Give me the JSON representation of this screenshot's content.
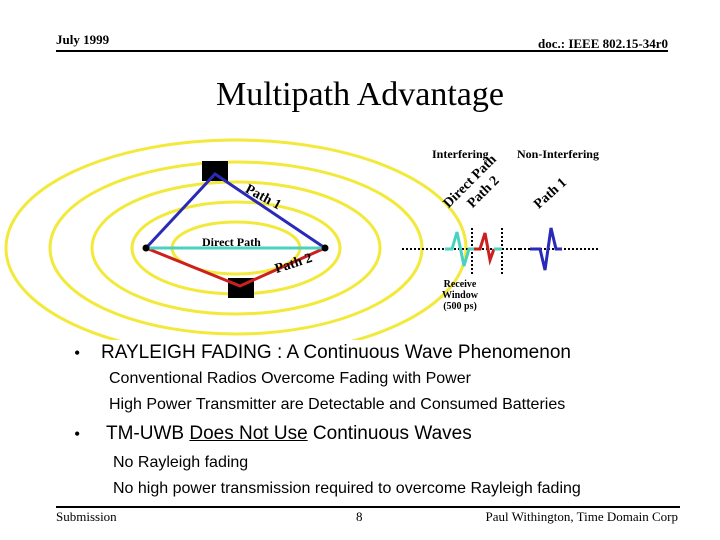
{
  "header": {
    "date": "July 1999",
    "doc_id": "doc.: IEEE 802.15-34r0"
  },
  "slide": {
    "title": "Multipath Advantage"
  },
  "diagram": {
    "interfering_label": "Interfering",
    "non_interfering_label": "Non-Interfering",
    "path1_label": "Path 1",
    "direct_path_rot_label": "Direct Path",
    "path2_rot_label": "Path 2",
    "path1_right_label": "Path 1",
    "direct_path_label": "Direct Path",
    "path2_label": "Path 2",
    "receive_window_label": "Receive Window (500 ps)",
    "colors": {
      "rings": "#f2e93a",
      "direct": "#4bd1c0",
      "path2": "#cc2020",
      "path1": "#2a2ab8",
      "window": "#000000"
    }
  },
  "bullets": {
    "b1_text": "RAYLEIGH FADING : A Continuous Wave Phenomenon",
    "b1_sub1": "Conventional Radios Overcome Fading with Power",
    "b1_sub2": "High Power Transmitter are Detectable and Consumed Batteries",
    "b2_prefix": "TM-UWB ",
    "b2_underlined": "Does Not Use",
    "b2_suffix": " Continuous Waves",
    "b2_sub1": "No Rayleigh fading",
    "b2_sub2": "No high power transmission required to overcome Rayleigh fading",
    "bullet_char": "•"
  },
  "footer": {
    "left": "Submission",
    "page": "8",
    "right": "Paul Withington, Time Domain Corp"
  }
}
